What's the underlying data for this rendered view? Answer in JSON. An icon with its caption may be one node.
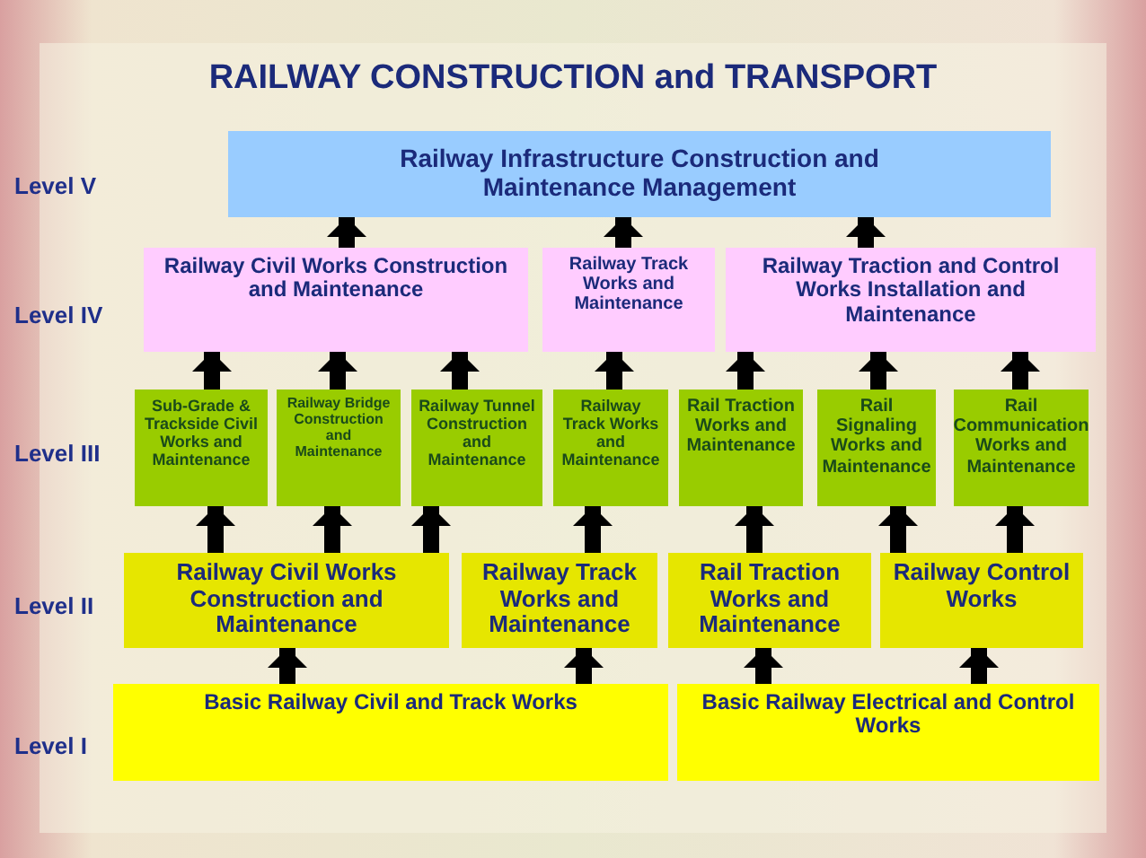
{
  "diagram": {
    "title": "RAILWAY CONSTRUCTION and TRANSPORT",
    "nodes": [
      {
        "text": [
          "Railway Infrastructure Construction and Maintenance Management"
        ]
      },
      {
        "text": [
          "Railway Civil Works Construction and Maintenance"
        ]
      },
      {
        "text": [
          "Railway Track Works and Maintenance"
        ]
      },
      {
        "text": [
          "Railway Traction and Control Works Installation and Maintenance"
        ]
      },
      {
        "text": [
          "Sub-Grade & Trackside Civil Works and Maintenance"
        ]
      },
      {
        "text": [
          "Railway Bridge Construction and Maintenance"
        ]
      },
      {
        "text": [
          "Railway Tunnel Construction and Maintenance"
        ]
      },
      {
        "text": [
          "Railway Track Works and Maintenance"
        ]
      },
      {
        "text": [
          "Rail Traction Works and Maintenance"
        ]
      },
      {
        "text": [
          "Rail Signaling Works and Maintenance"
        ]
      },
      {
        "text": [
          "Rail Communication Works and Maintenance"
        ]
      },
      {
        "text": [
          "Railway Civil Works Construction and Maintenance"
        ]
      },
      {
        "text": [
          "Railway Track Works and Maintenance"
        ]
      },
      {
        "text": [
          "Rail Traction Works and Maintenance"
        ]
      },
      {
        "text": [
          "Railway Control Works"
        ]
      },
      {
        "text": [
          "Basic Railway Civil and Track Works"
        ]
      },
      {
        "text": [
          "Basic Railway Electrical and Control Works"
        ]
      }
    ],
    "edges": [
      {
        "from": 15,
        "to": 11,
        "arrow": "to"
      },
      {
        "from": 15,
        "to": 12,
        "arrow": "to"
      },
      {
        "from": 16,
        "to": 13,
        "arrow": "to"
      },
      {
        "from": 16,
        "to": 14,
        "arrow": "to"
      },
      {
        "from": 11,
        "to": 4,
        "arrow": "to"
      },
      {
        "from": 11,
        "to": 5,
        "arrow": "to"
      },
      {
        "from": 11,
        "to": 6,
        "arrow": "to"
      },
      {
        "from": 12,
        "to": 7,
        "arrow": "to"
      },
      {
        "from": 13,
        "to": 8,
        "arrow": "to"
      },
      {
        "from": 14,
        "to": 9,
        "arrow": "to"
      },
      {
        "from": 14,
        "to": 10,
        "arrow": "to"
      },
      {
        "from": 4,
        "to": 1,
        "arrow": "to"
      },
      {
        "from": 5,
        "to": 1,
        "arrow": "to"
      },
      {
        "from": 6,
        "to": 1,
        "arrow": "to"
      },
      {
        "from": 7,
        "to": 2,
        "arrow": "to"
      },
      {
        "from": 8,
        "to": 3,
        "arrow": "to"
      },
      {
        "from": 9,
        "to": 3,
        "arrow": "to"
      },
      {
        "from": 10,
        "to": 3,
        "arrow": "to"
      },
      {
        "from": 1,
        "to": 0,
        "arrow": "to"
      },
      {
        "from": 2,
        "to": 0,
        "arrow": "to"
      },
      {
        "from": 3,
        "to": 0,
        "arrow": "to"
      }
    ],
    "labels": [
      "Level V",
      "Level IV",
      "Level III",
      "Level II",
      "Level I"
    ]
  }
}
